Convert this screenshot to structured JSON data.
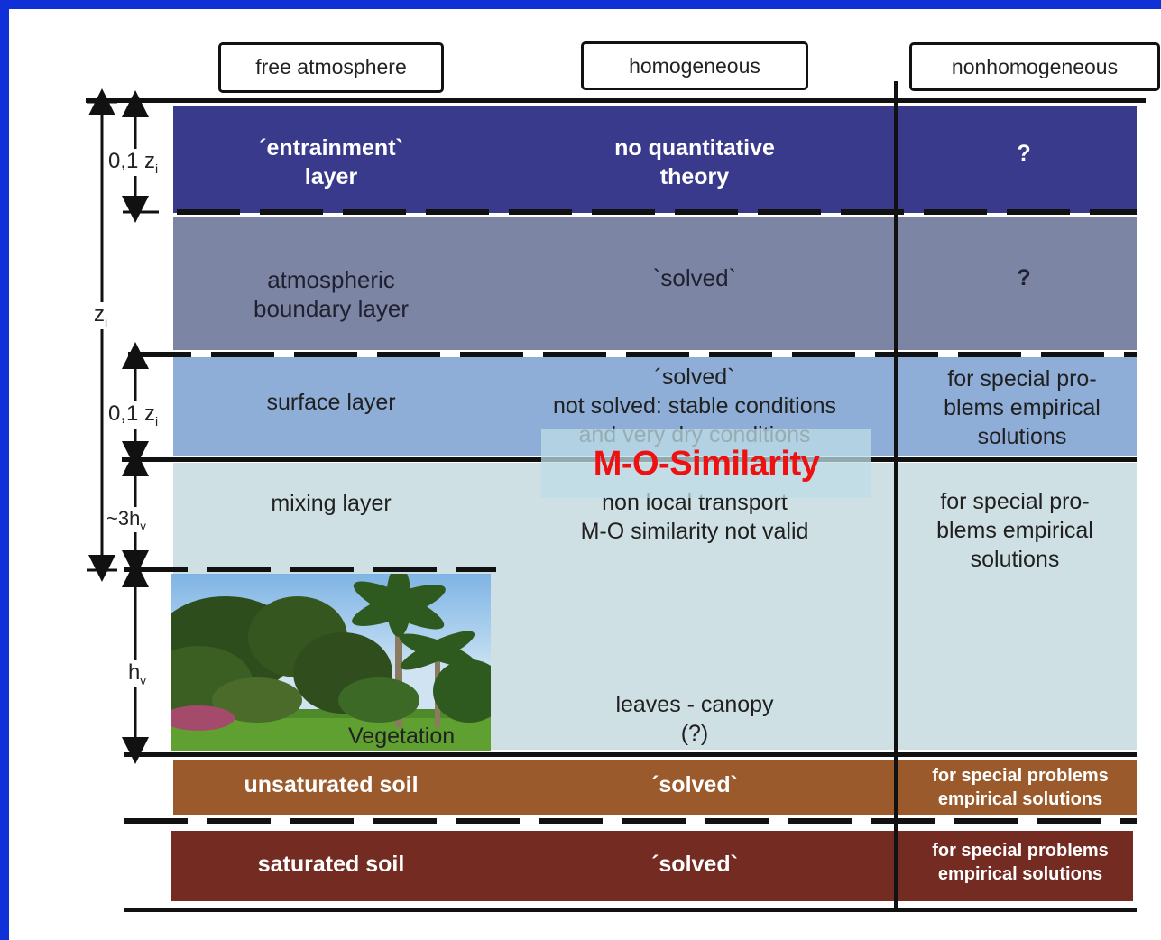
{
  "headers": [
    "free atmosphere",
    "homogeneous",
    "nonhomogeneous"
  ],
  "rows": [
    {
      "layer": "´entrainment`\nlayer",
      "homogeneous": "no quantitative\ntheory",
      "nonhomogeneous": "?",
      "color": "#3a3a8c",
      "text_color": "#ffffff"
    },
    {
      "layer": "atmospheric\nboundary layer",
      "homogeneous": "`solved`",
      "nonhomogeneous": "?",
      "color": "#7c86a4",
      "text_color": "#202030"
    },
    {
      "layer": "surface layer",
      "homogeneous": "´solved`\nnot solved: stable conditions\nand very dry conditions",
      "nonhomogeneous": "for special pro-\nblems empirical\nsolutions",
      "color": "#8eaed8",
      "text_color": "#202020"
    },
    {
      "layer": "mixing layer",
      "homogeneous": "non local transport\nM-O similarity not valid",
      "nonhomogeneous": "for special pro-\nblems empirical\nsolutions",
      "color": "#cfe0e4",
      "text_color": "#202020"
    },
    {
      "layer": "Vegetation",
      "homogeneous": "leaves - canopy\n(?)",
      "nonhomogeneous": "",
      "color": "#cfe0e4",
      "text_color": "#202020"
    },
    {
      "layer": "unsaturated soil",
      "homogeneous": "´solved`",
      "nonhomogeneous": "for special problems\nempirical solutions",
      "color": "#9a5a2c",
      "text_color": "#ffffff"
    },
    {
      "layer": "saturated soil",
      "homogeneous": "´solved`",
      "nonhomogeneous": "for special problems\nempirical solutions",
      "color": "#742c22",
      "text_color": "#ffffff"
    }
  ],
  "overlay_label": "M-O-Similarity",
  "overlay_color": "#ee1111",
  "scale_labels": {
    "entrainment": "0,1 z",
    "entrainment_sub": "i",
    "zi": "z",
    "zi_sub": "i",
    "surface": "0,1 z",
    "surface_sub": "i",
    "mixing": "~3h",
    "mixing_sub": "v",
    "canopy": "h",
    "canopy_sub": "v"
  },
  "photo_icon": "vegetation-photo",
  "background": "#1030d8"
}
